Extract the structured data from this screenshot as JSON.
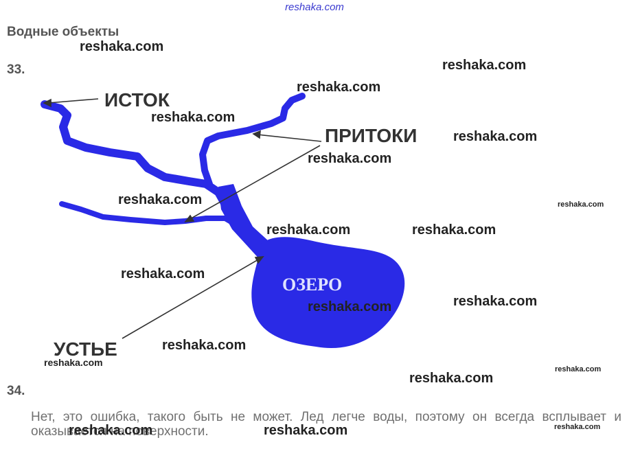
{
  "header": {
    "site": "reshaka.com"
  },
  "section_title": "Водные объекты",
  "task33": {
    "number": "33.",
    "labels": {
      "source": "ИСТОК",
      "tributaries": "ПРИТОКИ",
      "lake": "ОЗЕРО",
      "mouth": "УСТЬЕ"
    },
    "colors": {
      "water": "#2a2ae6",
      "lake_text": "#dfe2ff",
      "arrow": "#333333"
    }
  },
  "task34": {
    "number": "34.",
    "answer": "Нет, это ошибка, такого быть не может. Лед легче воды, поэтому он всегда всплывает и оказывается на поверхности."
  },
  "watermark": "reshaka.com"
}
